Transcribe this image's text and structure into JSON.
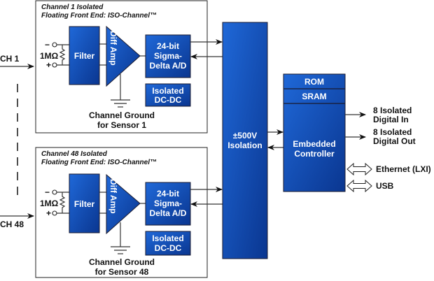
{
  "diagram": {
    "inputs": [
      {
        "label": "CH 1"
      },
      {
        "label": "CH 48"
      }
    ],
    "channels": [
      {
        "title_line1": "Channel 1 Isolated",
        "title_line2": "Floating Front End: ISO-Channel™",
        "resistor_label": "1MΩ",
        "minus_label": "−",
        "plus_label": "+",
        "filter_label": "Filter",
        "amp_label": "Diff Amp",
        "adc_lines": [
          "24-bit",
          "Sigma-",
          "Delta A/D"
        ],
        "dcdc_lines": [
          "Isolated",
          "DC-DC"
        ],
        "ground_lines": [
          "Channel Ground",
          "for Sensor 1"
        ]
      },
      {
        "title_line1": "Channel 48 Isolated",
        "title_line2": "Floating Front End: ISO-Channel™",
        "resistor_label": "1MΩ",
        "minus_label": "−",
        "plus_label": "+",
        "filter_label": "Filter",
        "amp_label": "Diff Amp",
        "adc_lines": [
          "24-bit",
          "Sigma-",
          "Delta A/D"
        ],
        "dcdc_lines": [
          "Isolated",
          "DC-DC"
        ],
        "ground_lines": [
          "Channel Ground",
          "for Sensor 48"
        ]
      }
    ],
    "isolation": {
      "lines": [
        "±500V",
        "Isolation"
      ]
    },
    "controller": {
      "rom_label": "ROM",
      "sram_label": "SRAM",
      "lines": [
        "Embedded",
        "Controller"
      ]
    },
    "outputs": [
      {
        "lines": [
          "8 Isolated",
          "Digital In"
        ]
      },
      {
        "lines": [
          "8 Isolated",
          "Digital Out"
        ]
      }
    ],
    "interfaces": [
      {
        "label": "Ethernet (LXI)"
      },
      {
        "label": "USB"
      }
    ],
    "colors": {
      "block_top": "#1e64d2",
      "block_bottom": "#0a3796",
      "border": "#1a1a2e"
    }
  }
}
